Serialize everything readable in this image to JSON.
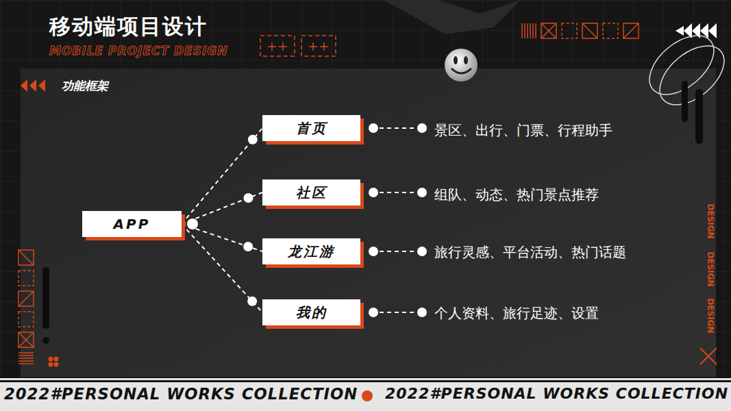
{
  "diagram": {
    "title": "移动端项目设计",
    "nodes": [
      {
        "text": [
          "APP"
        ]
      },
      {
        "text": [
          "首页"
        ]
      },
      {
        "text": [
          "社区"
        ]
      },
      {
        "text": [
          "龙江游"
        ]
      },
      {
        "text": [
          "我的"
        ]
      }
    ],
    "edges": [
      {
        "from": 0,
        "to": 1,
        "arrow": "none"
      },
      {
        "from": 0,
        "to": 2,
        "arrow": "none"
      },
      {
        "from": 0,
        "to": 3,
        "arrow": "none"
      },
      {
        "from": 0,
        "to": 4,
        "arrow": "none"
      }
    ],
    "labels": [
      "MOBILE PROJECT DESIGN",
      "功能框架",
      "景区、出行、门票、行程助手",
      "组队、动态、热门景点推荐",
      "旅行灵感、平台活动、热门话题",
      "个人资料、旅行足迹、设置",
      "DESIGN",
      "DESIGN",
      "DESIGN",
      "2022#PERSONAL WORKS COLLECTION",
      "2022#PERSONAL WORKS COLLECTION"
    ]
  }
}
